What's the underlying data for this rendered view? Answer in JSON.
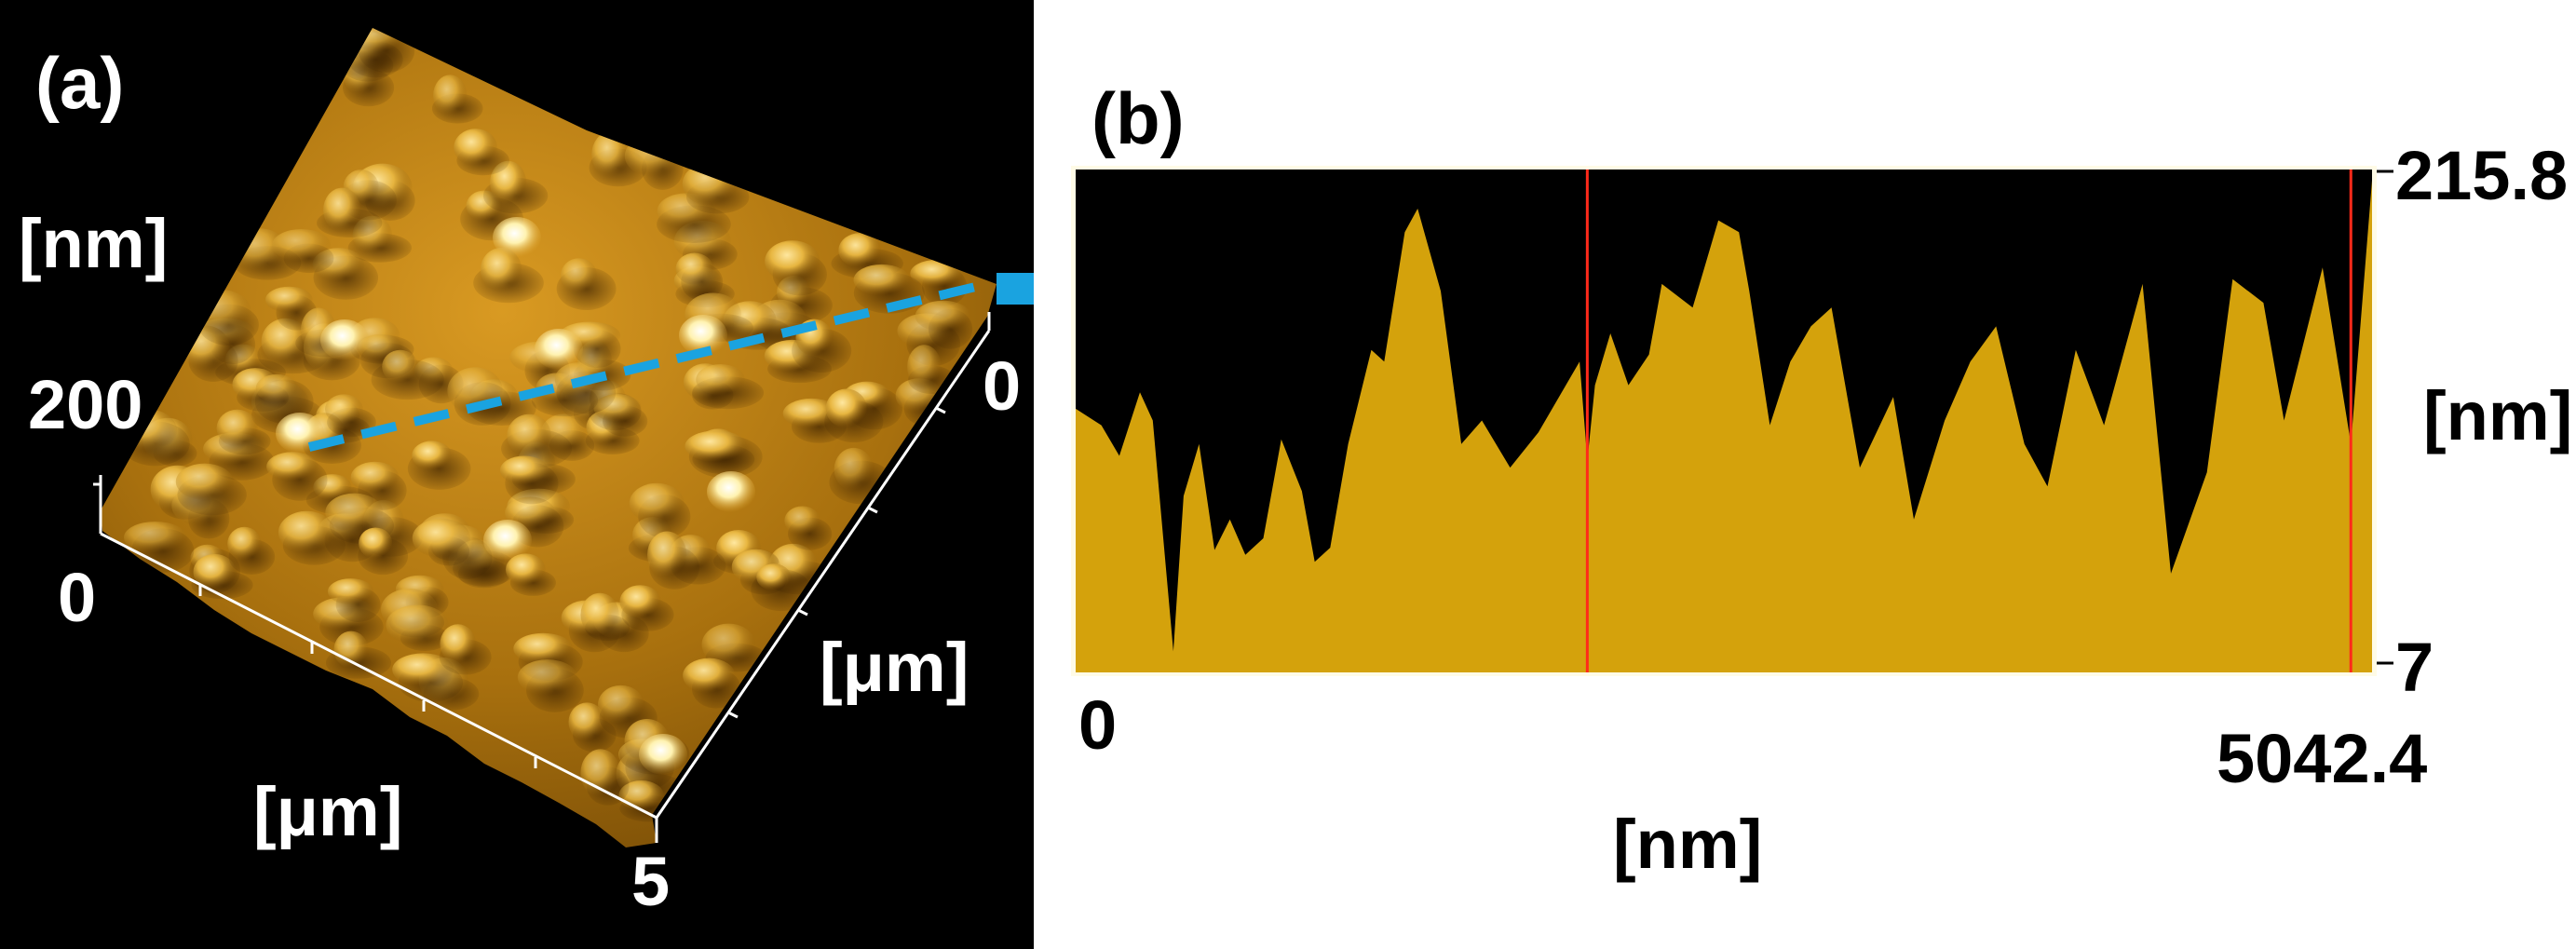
{
  "panel_a": {
    "label": "(a)",
    "z_unit": "[nm]",
    "z_tick": "200",
    "origin_tick": "0",
    "x_unit": "[μm]",
    "x_end_tick": "5",
    "y_unit": "[μm]",
    "y_end_tick": "0",
    "colors": {
      "surface_dark": "#4a2a00",
      "surface_mid": "#b07a10",
      "surface_light": "#f0cc4a",
      "scan_line": "#1aa3e0",
      "background": "#000000"
    }
  },
  "panel_b": {
    "label": "(b)",
    "y_max_label": "215.8",
    "y_min_label": "7",
    "y_unit": "[nm]",
    "x_min_label": "0",
    "x_max_label": "5042.4",
    "x_unit": "[nm]",
    "colors": {
      "fill": "#d4a20c",
      "background": "#000000",
      "cursor": "#ff2a1a",
      "arrow": "#1aa3e0"
    }
  },
  "chart_data": [
    {
      "type": "area",
      "title": "",
      "xlabel": "[nm]",
      "ylabel": "[nm]",
      "xlim": [
        0,
        5042.4
      ],
      "ylim": [
        7,
        215.8
      ],
      "x_ticks": [
        "0",
        "5042.4"
      ],
      "y_ticks": [
        "215.8",
        "7"
      ],
      "cursor_x": [
        1990,
        4960
      ],
      "x": [
        0,
        100,
        170,
        250,
        300,
        380,
        420,
        480,
        540,
        600,
        660,
        730,
        800,
        880,
        930,
        990,
        1060,
        1150,
        1200,
        1280,
        1330,
        1420,
        1500,
        1580,
        1690,
        1800,
        1880,
        1960,
        1990,
        2020,
        2080,
        2150,
        2230,
        2280,
        2400,
        2500,
        2580,
        2620,
        2700,
        2780,
        2860,
        2940,
        3050,
        3180,
        3260,
        3380,
        3480,
        3580,
        3690,
        3780,
        3890,
        4000,
        4150,
        4260,
        4400,
        4500,
        4620,
        4700,
        4850,
        4960,
        5042.4
      ],
      "y": [
        115,
        108,
        95,
        122,
        110,
        12,
        78,
        100,
        55,
        68,
        53,
        60,
        102,
        80,
        50,
        56,
        100,
        140,
        135,
        190,
        200,
        165,
        100,
        110,
        90,
        105,
        120,
        135,
        93,
        125,
        147,
        125,
        138,
        168,
        158,
        195,
        190,
        165,
        108,
        135,
        150,
        158,
        90,
        120,
        68,
        110,
        135,
        150,
        100,
        82,
        140,
        108,
        168,
        45,
        88,
        170,
        160,
        110,
        175,
        100,
        212
      ]
    }
  ]
}
